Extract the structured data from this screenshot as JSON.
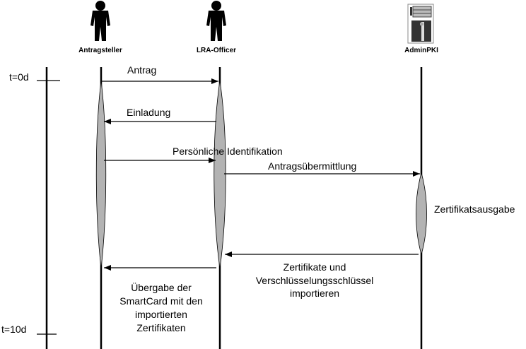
{
  "actors": [
    {
      "name": "Antragsteller",
      "icon": "person-icon"
    },
    {
      "name": "LRA-Officer",
      "icon": "person-icon"
    },
    {
      "name": "AdminPKI",
      "icon": "server-icon"
    }
  ],
  "time_axis": {
    "start": "t=0d",
    "end": "t=10d"
  },
  "messages": [
    {
      "label": "Antrag",
      "from": "Antragsteller",
      "to": "LRA-Officer"
    },
    {
      "label": "Einladung",
      "from": "LRA-Officer",
      "to": "Antragsteller"
    },
    {
      "label": "Persönliche Identifikation",
      "from": "Antragsteller",
      "to": "LRA-Officer"
    },
    {
      "label": "Antragsübermittlung",
      "from": "LRA-Officer",
      "to": "AdminPKI"
    }
  ],
  "self_action": "Zertifikatsausgabe",
  "return_note": [
    "Zertifikate und",
    "Verschlüsselungsschlüssel",
    "importieren"
  ],
  "handover_note": [
    "Übergabe der",
    "SmartCard mit den",
    "importierten",
    "Zertifikaten"
  ],
  "colors": {
    "activation": "#b3b3b3",
    "line": "#000000"
  }
}
